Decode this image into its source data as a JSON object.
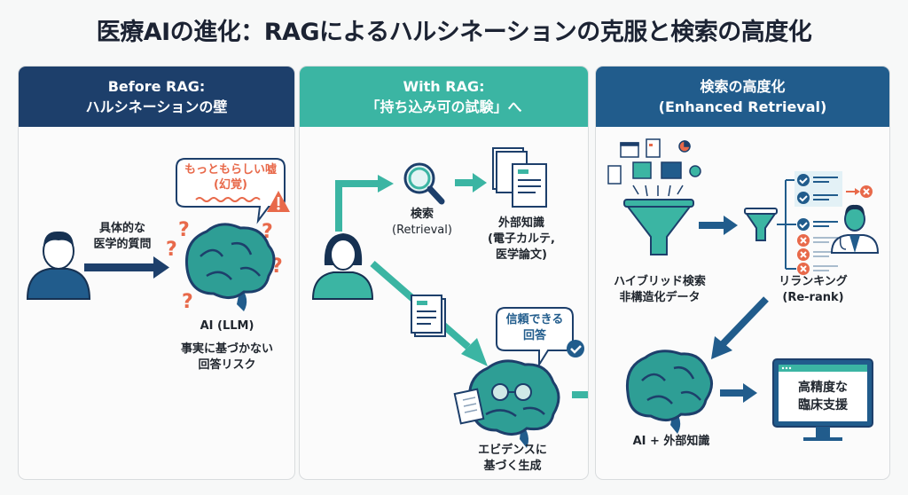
{
  "title": "医療AIの進化：RAGによるハルシネーションの克服と検索の高度化",
  "colors": {
    "navy": "#1d3f6b",
    "teal": "#3bb5a3",
    "blue": "#215c8c",
    "orange": "#e8694a",
    "brain": "#2e9e95"
  },
  "panels": [
    {
      "header": {
        "line1": "Before RAG:",
        "line2": "ハルシネーションの壁"
      },
      "question_label": {
        "line1": "具体的な",
        "line2": "医学的質問"
      },
      "bubble": {
        "line1": "もっともらしい嘘",
        "line2": "(幻覚)"
      },
      "ai_label": "AI (LLM)",
      "risk_label": {
        "line1": "事実に基づかない",
        "line2": "回答リスク"
      },
      "icons": [
        "user-icon",
        "arrow-right-icon",
        "brain-icon",
        "question-mark-icon",
        "warning-icon"
      ]
    },
    {
      "header": {
        "line1": "With RAG:",
        "line2": "「持ち込み可の試験」へ"
      },
      "search_label": {
        "line1": "検索",
        "line2": "(Retrieval)"
      },
      "knowledge_label": {
        "line1": "外部知識",
        "line2": "(電子カルテ,",
        "line3": "医学論文)"
      },
      "bubble": {
        "line1": "信頼できる",
        "line2": "回答"
      },
      "generation_label": {
        "line1": "エビデンスに",
        "line2": "基づく生成"
      },
      "icons": [
        "user-icon",
        "search-icon",
        "documents-icon",
        "brain-with-glasses-icon",
        "check-icon"
      ]
    },
    {
      "header": {
        "line1": "検索の高度化",
        "line2": "(Enhanced Retrieval)"
      },
      "hybrid_label": {
        "line1": "ハイブリッド検索",
        "line2": "非構造化データ"
      },
      "rerank_label": {
        "line1": "リランキング",
        "line2": "(Re-rank)"
      },
      "ai_label": "AI + 外部知識",
      "monitor_text": {
        "line1": "高精度な",
        "line2": "臨床支援"
      },
      "rerank_items": [
        "check",
        "check",
        "check",
        "cross",
        "cross",
        "cross"
      ],
      "icons": [
        "funnel-icon",
        "doctor-icon",
        "brain-icon",
        "monitor-icon"
      ]
    }
  ]
}
